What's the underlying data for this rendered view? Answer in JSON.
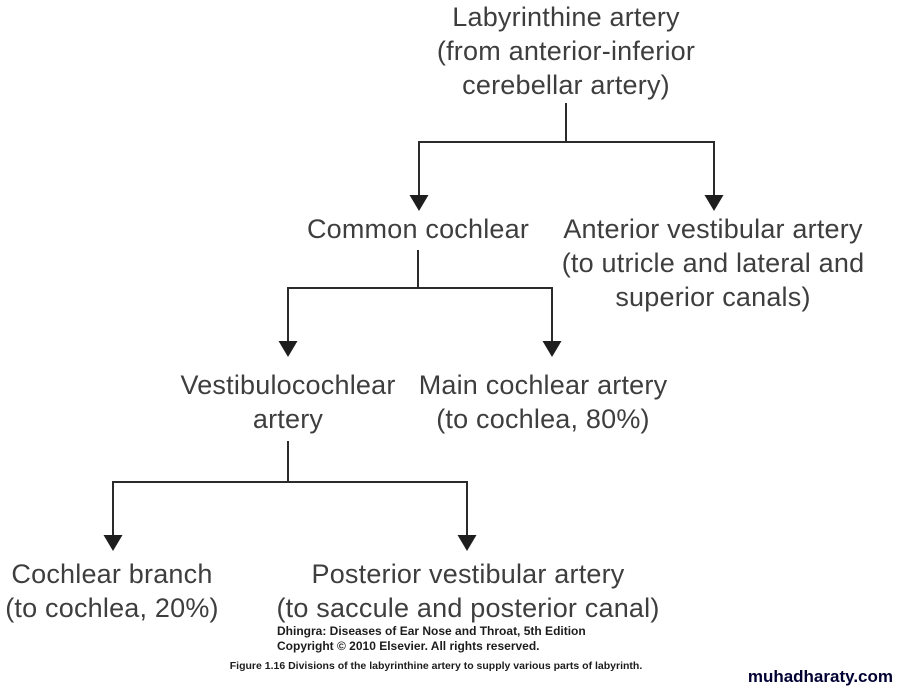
{
  "figure": {
    "type": "flowchart-tree",
    "title": "Divisions of the labyrinthine artery"
  },
  "colors": {
    "background": "#ffffff",
    "diagram_text": "#3e3e3e",
    "connector_line": "#2b2b2b",
    "caption_text": "#1c1c1c",
    "watermark_text": "#000033"
  },
  "nodes": {
    "labyrinthine": {
      "lines": [
        "Labyrinthine artery",
        "(from anterior-inferior",
        "cerebellar artery)"
      ]
    },
    "common_cochlear": {
      "lines": [
        "Common cochlear"
      ]
    },
    "anterior_vestibular": {
      "lines": [
        "Anterior vestibular artery",
        "(to utricle and lateral and",
        "superior canals)"
      ]
    },
    "vestibulocochlear": {
      "lines": [
        "Vestibulocochlear",
        "artery"
      ]
    },
    "main_cochlear": {
      "lines": [
        "Main cochlear artery",
        "(to cochlea, 80%)"
      ]
    },
    "cochlear_branch": {
      "lines": [
        "Cochlear branch",
        "(to cochlea, 20%)"
      ]
    },
    "posterior_vestibular": {
      "lines": [
        "Posterior vestibular artery",
        "(to saccule and posterior canal)"
      ]
    }
  },
  "attribution": {
    "source_line1": "Dhingra: Diseases of Ear Nose and Throat, 5th Edition",
    "source_line2": "Copyright © 2010 Elsevier. All rights reserved."
  },
  "caption": {
    "figure_label": "Figure 1.16 Divisions of the labyrinthine artery to supply various parts of labyrinth."
  },
  "watermark": {
    "text": "muhadharaty.com"
  }
}
